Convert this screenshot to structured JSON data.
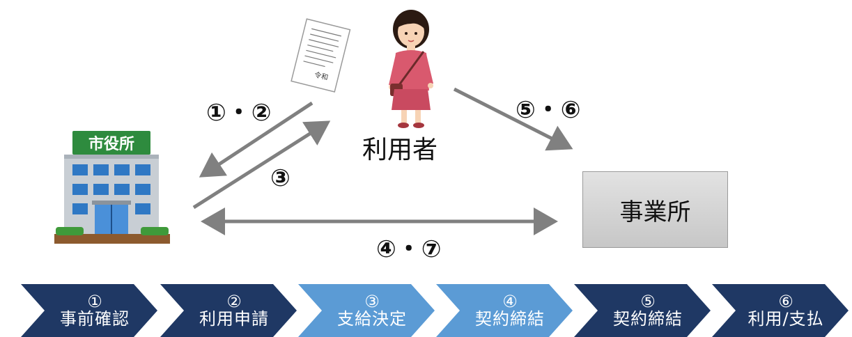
{
  "diagram": {
    "user_label": "利用者",
    "office_label": "事業所",
    "city_hall_sign": "市役所",
    "document_text": "令和",
    "arrows": {
      "a12": "①・②",
      "a3": "③",
      "a56": "⑤・⑥",
      "a47": "④・⑦"
    }
  },
  "steps": [
    {
      "num": "①",
      "label": "事前確認",
      "color": "#1f3864"
    },
    {
      "num": "②",
      "label": "利用申請",
      "color": "#1f3864"
    },
    {
      "num": "③",
      "label": "支給決定",
      "color": "#5b9bd5"
    },
    {
      "num": "④",
      "label": "契約締結",
      "color": "#5b9bd5"
    },
    {
      "num": "⑤",
      "label": "契約締結",
      "color": "#1f3864"
    },
    {
      "num": "⑥",
      "label": "利用/支払",
      "color": "#1f3864"
    }
  ],
  "colors": {
    "arrow": "#808080",
    "dark_step": "#1f3864",
    "light_step": "#5b9bd5"
  }
}
